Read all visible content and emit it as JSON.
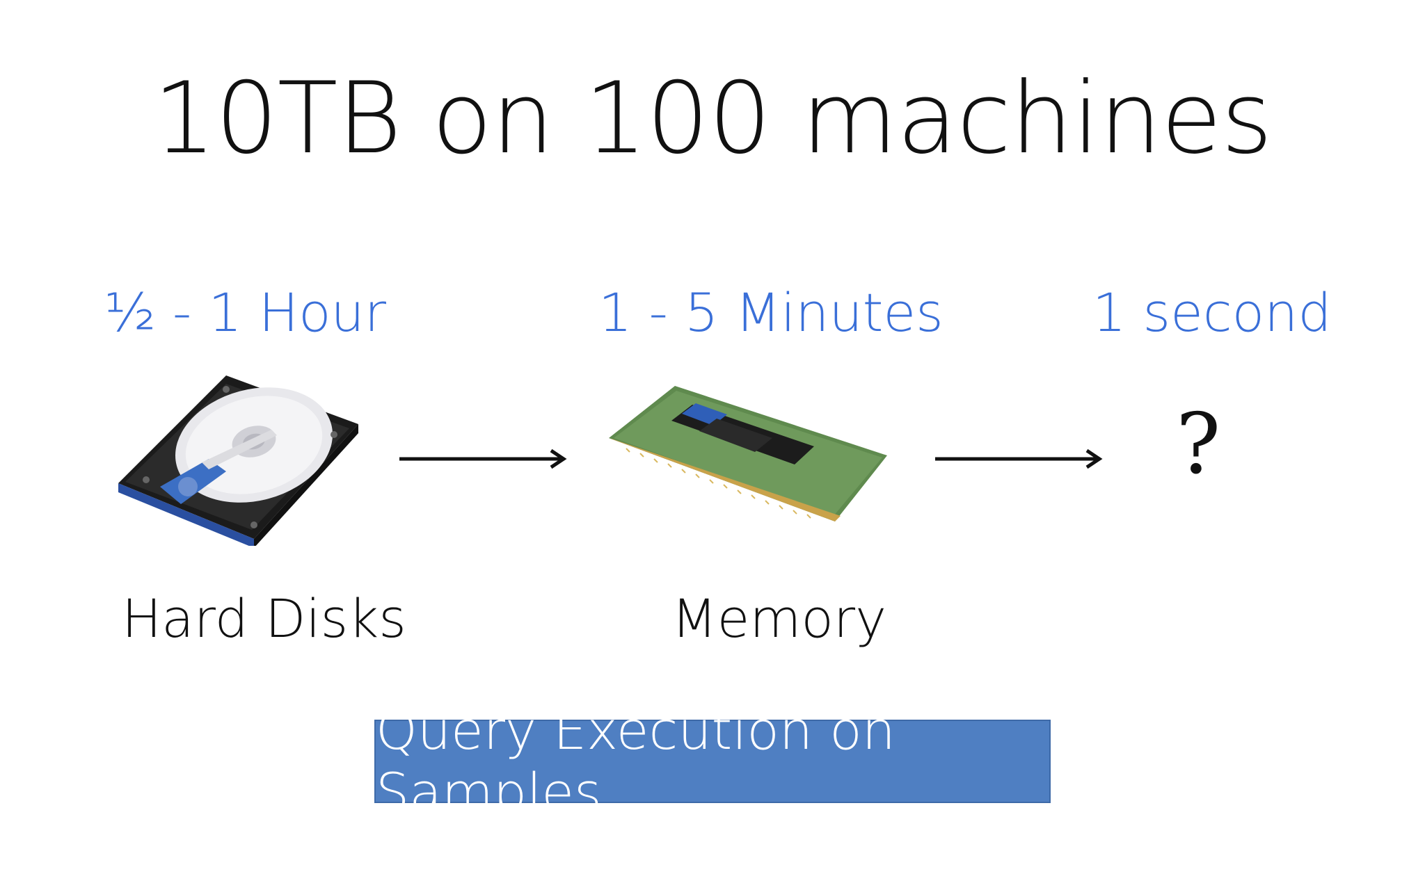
{
  "title": "10TB on 100 machines",
  "stages": [
    {
      "time": "½ - 1 Hour",
      "label": "Hard Disks",
      "icon": "hard-disk-icon"
    },
    {
      "time": "1 - 5 Minutes",
      "label": "Memory",
      "icon": "memory-module-icon"
    },
    {
      "time": "1 second",
      "label": "",
      "icon": "question-mark"
    }
  ],
  "question_mark": "?",
  "query_box": "Query Execution on Samples",
  "colors": {
    "time_text": "#3a6fd8",
    "query_box_bg": "#4f7fc2",
    "query_box_text": "#ffffff"
  }
}
